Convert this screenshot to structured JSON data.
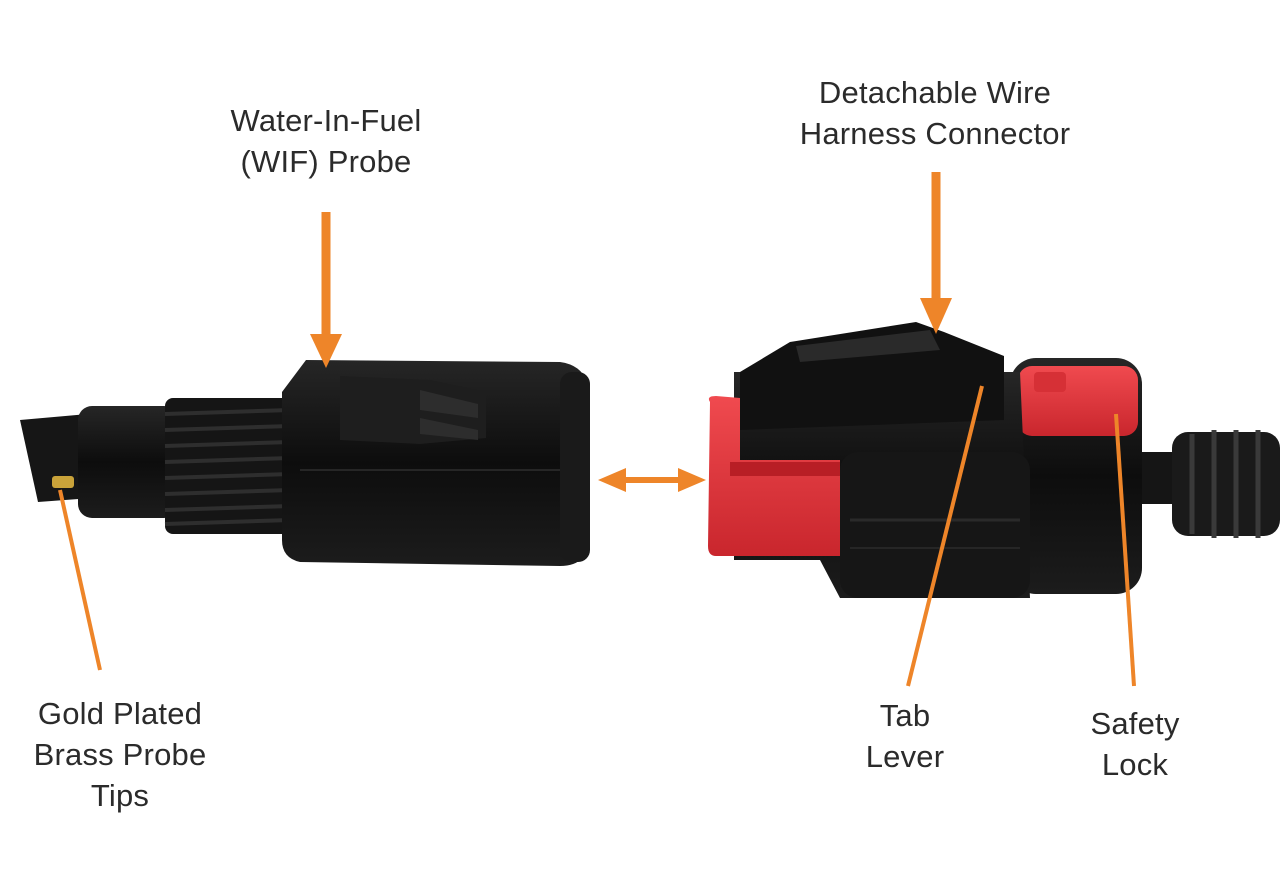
{
  "labels": {
    "wif_probe": "Water-In-Fuel\n(WIF) Probe",
    "harness_connector": "Detachable Wire\nHarness Connector",
    "probe_tips": "Gold Plated\nBrass Probe\nTips",
    "tab_lever": "Tab\nLever",
    "safety_lock": "Safety\nLock"
  },
  "colors": {
    "arrow": "#ee8529",
    "text": "#2b2b2b",
    "body": "#141414",
    "connector_red": "#e2353c"
  }
}
